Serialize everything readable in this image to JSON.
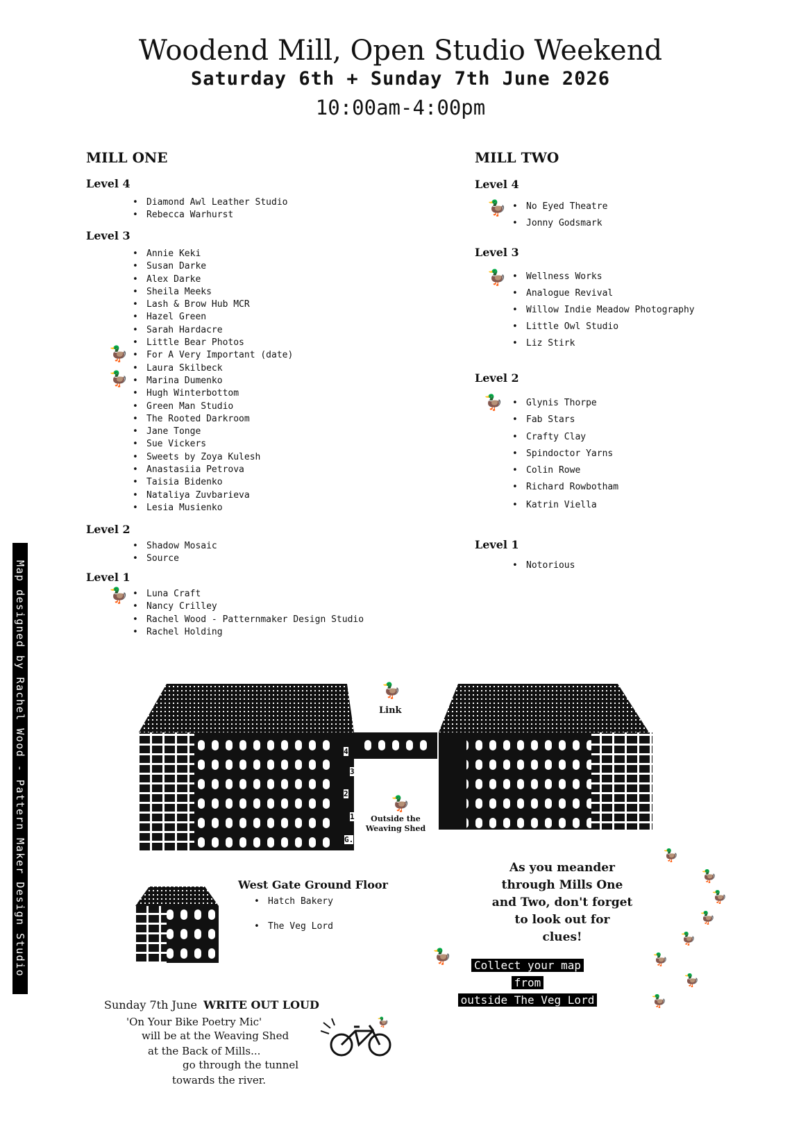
{
  "header": {
    "title": "Woodend Mill, Open Studio Weekend",
    "dates": "Saturday 6th + Sunday 7th June 2026",
    "times": "10:00am-4:00pm"
  },
  "mill_one": {
    "title": "MILL ONE",
    "levels": [
      {
        "label": "Level 4",
        "items": [
          "Diamond Awl Leather Studio",
          "Rebecca Warhurst"
        ]
      },
      {
        "label": "Level 3",
        "items": [
          "Annie Keki",
          "Susan Darke",
          "Alex Darke",
          "Sheila Meeks",
          "Lash & Brow Hub MCR",
          "Hazel Green",
          "Sarah Hardacre",
          "Little Bear Photos",
          "For A Very Important (date)",
          "Laura Skilbeck",
          "Marina Dumenko",
          "Hugh Winterbottom",
          "Green Man Studio",
          "The Rooted Darkroom",
          "Jane Tonge",
          "Sue Vickers",
          "Sweets by Zoya Kulesh",
          "Anastasiia Petrova",
          "Taisia Bidenko",
          "Nataliya Zuvbarieva",
          "Lesia Musienko"
        ]
      },
      {
        "label": "Level 2",
        "items": [
          "Shadow Mosaic",
          "Source"
        ]
      },
      {
        "label": "Level 1",
        "items": [
          "Luna Craft",
          "Nancy Crilley",
          "Rachel Wood - Patternmaker Design Studio",
          "Rachel Holding"
        ]
      }
    ]
  },
  "mill_two": {
    "title": "MILL TWO",
    "levels": [
      {
        "label": "Level 4",
        "items": [
          "No Eyed Theatre",
          "Jonny Godsmark"
        ]
      },
      {
        "label": "Level 3",
        "items": [
          "Wellness Works",
          "Analogue Revival",
          "Willow Indie Meadow Photography",
          "Little Owl Studio",
          "Liz Stirk"
        ]
      },
      {
        "label": "Level 2",
        "items": [
          "Glynis Thorpe",
          "Fab Stars",
          "Crafty Clay",
          "Spindoctor Yarns",
          "Colin Rowe",
          "Richard Rowbotham",
          "Katrin Viella"
        ]
      },
      {
        "label": "Level 1",
        "items": [
          "Notorious"
        ]
      }
    ]
  },
  "sidebar_credit": "Map designed by Rachel Wood - Pattern Maker Design Studio",
  "map": {
    "link_label": "Link",
    "shed_label_1": "Outside the",
    "shed_label_2": "Weaving Shed",
    "floors": [
      "4",
      "3",
      "2",
      "1",
      "G."
    ]
  },
  "west_gate": {
    "title": "West Gate Ground Floor",
    "items": [
      "Hatch Bakery",
      "The Veg Lord"
    ]
  },
  "clues": {
    "lines": [
      "As you meander",
      "through Mills One",
      "and Two, don't forget",
      "to look out for",
      "clues!"
    ]
  },
  "collect": {
    "lines": [
      "Collect your map",
      "from",
      "outside The Veg Lord"
    ]
  },
  "poetry": {
    "day": "Sunday 7th June",
    "event": "WRITE OUT LOUD",
    "lines": [
      "'On Your Bike Poetry Mic'",
      "will be at the Weaving Shed",
      "at the Back of Mills...",
      "go through the tunnel",
      "towards the river."
    ]
  },
  "icons": {
    "duck": "duck-icon",
    "bicycle": "bicycle-icon"
  }
}
